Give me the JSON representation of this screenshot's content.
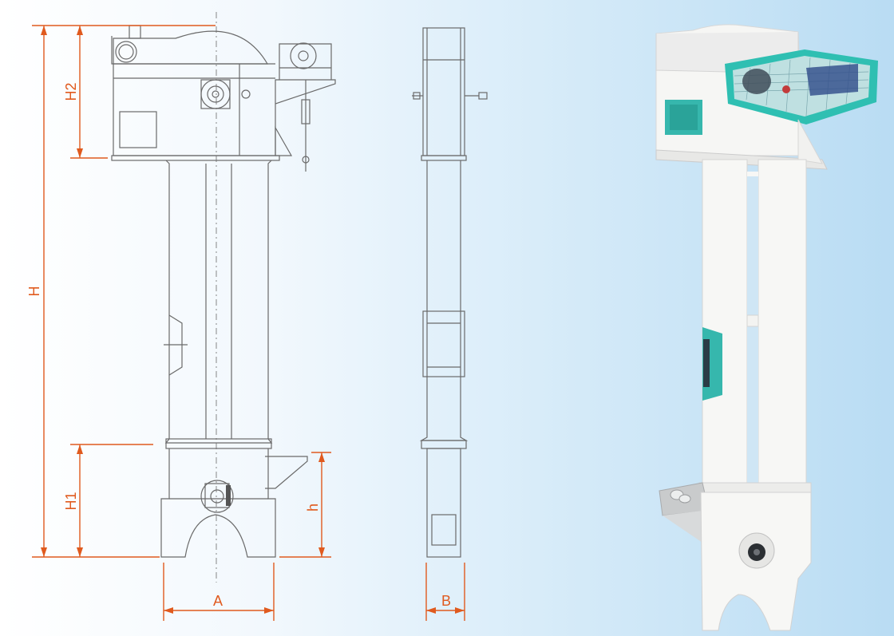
{
  "colors": {
    "dimension": "#e05a1e",
    "outline": "#6a6a6a",
    "frame": "#f4f4f4",
    "teal": "#36b7ad",
    "guard": "#2fbfb2"
  },
  "dimensions": {
    "H": "H",
    "H1": "H1",
    "H2": "H2",
    "h": "h",
    "A": "A",
    "B": "B"
  }
}
